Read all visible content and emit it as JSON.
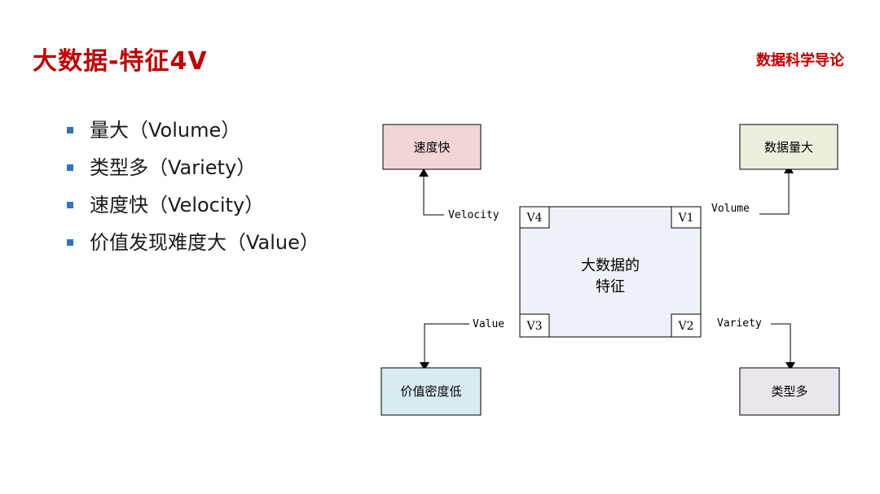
{
  "title": "大数据-特征4V",
  "course": "数据科学导论",
  "bullets": [
    "量大（Volume）",
    "类型多（Variety）",
    "速度快（Velocity）",
    "价值发现难度大（Value）"
  ],
  "diagram": {
    "center_line1": "大数据的",
    "center_line2": "特征",
    "corners": {
      "v1": "V1",
      "v2": "V2",
      "v3": "V3",
      "v4": "V4"
    },
    "arrows": {
      "velocity": "Velocity",
      "volume": "Volume",
      "value": "Value",
      "variety": "Variety"
    },
    "boxes": {
      "velocity": {
        "label": "速度快",
        "color": "#f2d5d5"
      },
      "volume": {
        "label": "数据量大",
        "color": "#ebf0de"
      },
      "value": {
        "label": "价值密度低",
        "color": "#d8ecef"
      },
      "variety": {
        "label": "类型多",
        "color": "#ebe6ee"
      }
    },
    "center_color": "#eef1f7",
    "bullet_color": "#2f74c0",
    "accent": "#c00000"
  }
}
